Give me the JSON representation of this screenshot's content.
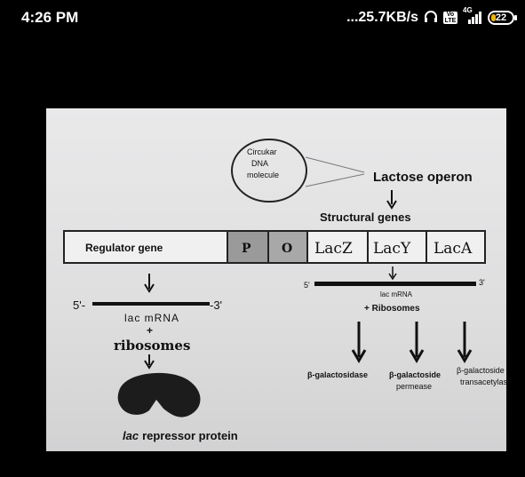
{
  "status_bar": {
    "time": "4:26 PM",
    "speed": "...25.7KB/s",
    "network": "4G",
    "vo_label": "Vo LTE",
    "battery": "22"
  },
  "diagram": {
    "circle_label": [
      "Circukar",
      "DNA",
      "molecule"
    ],
    "lactose_operon": "Lactose operon",
    "structural_genes": "Structural genes",
    "regulator_gene": "Regulator gene",
    "p": "P",
    "o": "O",
    "lacz": "LacZ",
    "lacy": "LacY",
    "laca": "LacA",
    "five_prime_left": "5'-",
    "three_prime_left": "-3'",
    "lac_mrna_left": "lac mRNA",
    "plus_left": "+",
    "ribosomes_left": "ribosomes",
    "five_prime_right": "5'",
    "three_prime_right": "3'",
    "lac_mrna_right": "lac mRNA",
    "plus_ribosomes_right": "+ Ribosomes",
    "beta_galactosidase": "β-galactosidase",
    "beta_galactoside_permease_1": "β-galactoside",
    "beta_galactoside_permease_2": "permease",
    "beta_galactoside_transacetylase_1": "β-galactoside",
    "beta_galactoside_transacetylase_2": "transacetylase",
    "repressor_protein_italic": "lac",
    "repressor_protein_rest": "repressor protein"
  }
}
